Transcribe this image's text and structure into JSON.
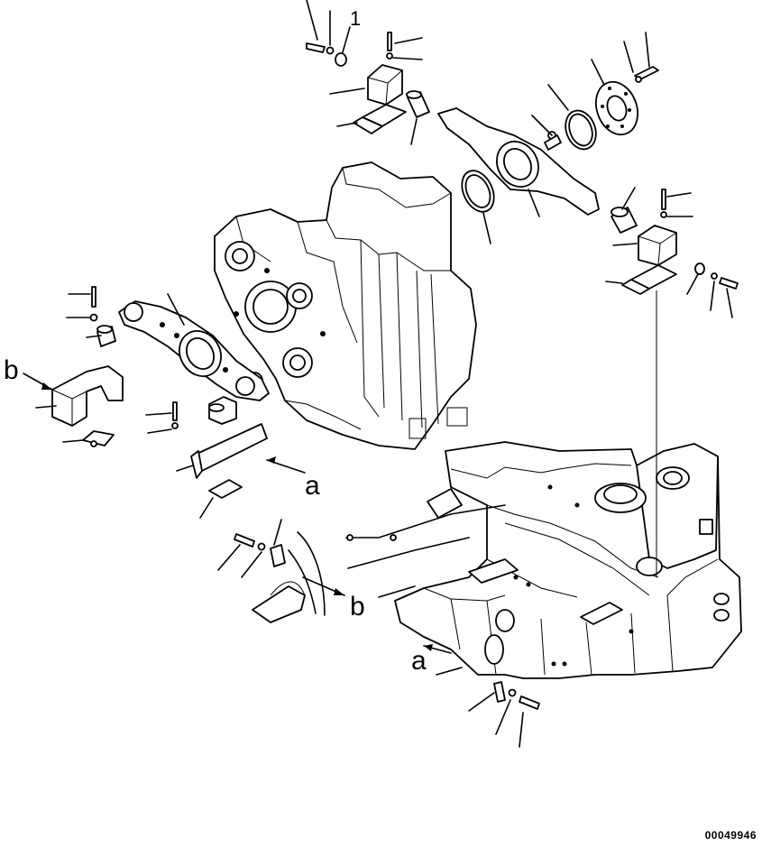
{
  "callouts": {
    "item_1": "1",
    "ref_a": "a",
    "ref_b": "b"
  },
  "figure_number": "00049946"
}
